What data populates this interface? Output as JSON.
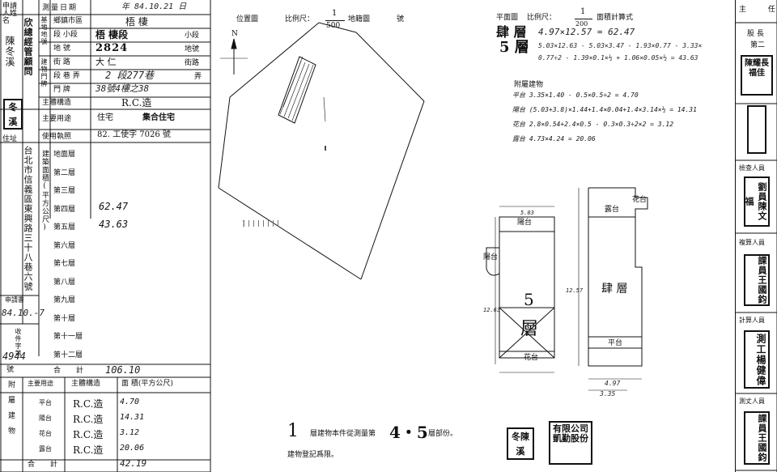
{
  "left_form": {
    "applicant_header": "申請人姓名",
    "applicant_stamp": "欣總經管顧問",
    "applicant_name": "陳冬溪",
    "applicant_name_hand": "冬溪",
    "applicant_address_label": "住址",
    "applicant_address": "台北市信義區東興路三十八巷六號",
    "survey_date_label": "測量日期",
    "survey_date": "年 84.10.21 日",
    "land_label": "基地地號",
    "bldg_label": "建物門牌",
    "row_town_label": "鄉鎮市區",
    "row_town_val": "梧 棲",
    "row_section_label": "段 小段",
    "row_section_val": "梧 棲段",
    "row_section_suffix": "小段",
    "row_lot_label": "地 號",
    "row_lot_val": "2824",
    "row_lot_suffix": "地號",
    "row_street_label": "街 路",
    "row_street_val": "大 仁",
    "row_street_suffix": "街路",
    "row_alley_label": "段 巷 弄",
    "row_alley_val": "2 段277巷",
    "row_alley_suffix": "弄",
    "row_no_label": "門 牌",
    "row_no_val": "38號4樓之38",
    "structure_label": "主體構造",
    "structure_val": "R.C.造",
    "use_label": "主要用途",
    "use_val": "集合住宅",
    "use_val_prefix": "住宅",
    "permit_label": "使用執照",
    "permit_val": "82. 工使字 7026 號",
    "floors_label": "建築面積(平方公尺)",
    "floors": [
      {
        "name": "地面層",
        "area": ""
      },
      {
        "name": "第二層",
        "area": ""
      },
      {
        "name": "第三層",
        "area": ""
      },
      {
        "name": "第四層",
        "area": "62.47"
      },
      {
        "name": "第五層",
        "area": "43.63"
      },
      {
        "name": "第六層",
        "area": ""
      },
      {
        "name": "第七層",
        "area": ""
      },
      {
        "name": "第八層",
        "area": ""
      },
      {
        "name": "第九層",
        "area": ""
      },
      {
        "name": "第十層",
        "area": ""
      },
      {
        "name": "第十一層",
        "area": ""
      },
      {
        "name": "第十二層",
        "area": ""
      }
    ],
    "apply_date_label": "申請書",
    "apply_date": "84.10.-7",
    "receipt_label": "收件字第",
    "receipt_no": "4944",
    "receipt_suffix": "號",
    "total_label": "合 計",
    "total_val": "106.10",
    "annex_label": "附屬建物",
    "annex_use_label": "主要用途",
    "annex_struct_label": "主體構造",
    "annex_area_label": "面 積(平方公尺)",
    "annex_rows": [
      {
        "use": "平台",
        "struct": "R.C.造",
        "area": "4.70"
      },
      {
        "use": "陽台",
        "struct": "R.C.造",
        "area": "14.31"
      },
      {
        "use": "花台",
        "struct": "R.C.造",
        "area": "3.12"
      },
      {
        "use": "露台",
        "struct": "R.C.造",
        "area": "20.06"
      }
    ],
    "annex_total_label": "合 計",
    "annex_total": "42.19"
  },
  "site_plan": {
    "title": "位置圖",
    "scale_label": "比例尺：",
    "scale_num": "1",
    "scale_den": "500",
    "lot_label": "地籍圖",
    "no_label": "號",
    "north": "N"
  },
  "floor_plan": {
    "title": "平面圖",
    "scale_label": "比例尺：",
    "scale_num": "1",
    "scale_den": "200",
    "calc_label": "面積計算式",
    "floor4_label": "肆 層",
    "floor4_calc": "4.97×12.57 = 62.47",
    "floor5_label": "5 層",
    "floor5_calc1": "5.03×12.63 - 5.03×3.47 - 1.93×0.77 - 3.33×",
    "floor5_calc2": "0.77÷2 - 1.39×0.1×½ + 1.06×0.05×½ = 43.63",
    "annex_title": "附屬建物",
    "annex_calc": [
      "平台 3.35×1.40 - 0.5×0.5÷2 = 4.70",
      "陽台 (5.03+3.8)×1.44+1.4×0.04+1.4×3.14×½ = 14.31",
      "花台 2.8×0.54+2.4×0.5 - 0.3×0.3÷2×2 = 3.12",
      "露台 4.73×4.24 = 20.06"
    ],
    "plan5_balcony": "陽台",
    "plan5_left_balcony": "陽台",
    "plan5_num": "5",
    "plan5_floor": "層",
    "plan5_flower": "花台",
    "plan4_terrace": "露台",
    "plan4_flower": "花台",
    "plan4_floor": "肆 層",
    "plan4_platform": "平台",
    "plan4_width": "4.97",
    "plan4_bottom": "3.35",
    "dim_1257": "12.57",
    "dim_503": "5.03",
    "dim_1263": "12.63"
  },
  "footer": {
    "note_prefix": "1",
    "note_text": "層建物本件從測量第",
    "note_floors": "4・5",
    "note_suffix": "層部份。",
    "note_line2": "建物登記爲限。",
    "stamp_company": "有限公司 凱勤股份",
    "stamp_name": "冬陳溪"
  },
  "right_column": {
    "supervisor_label": "主 任",
    "chief_label": "股 長",
    "chief_label2": "第二",
    "chief_stamp": "陳耀長",
    "chief_stamp2": "福佳",
    "checker_label": "檢查人員",
    "checker_stamp": "劉員陳文福",
    "calc_label": "複算人員",
    "calc_stamp": "課員王國鈞",
    "compute_label": "計算人員",
    "compute_stamp": "測工楊健偉",
    "surveyor_label": "測丈人員",
    "surveyor_stamp": "課員王國鈞"
  }
}
